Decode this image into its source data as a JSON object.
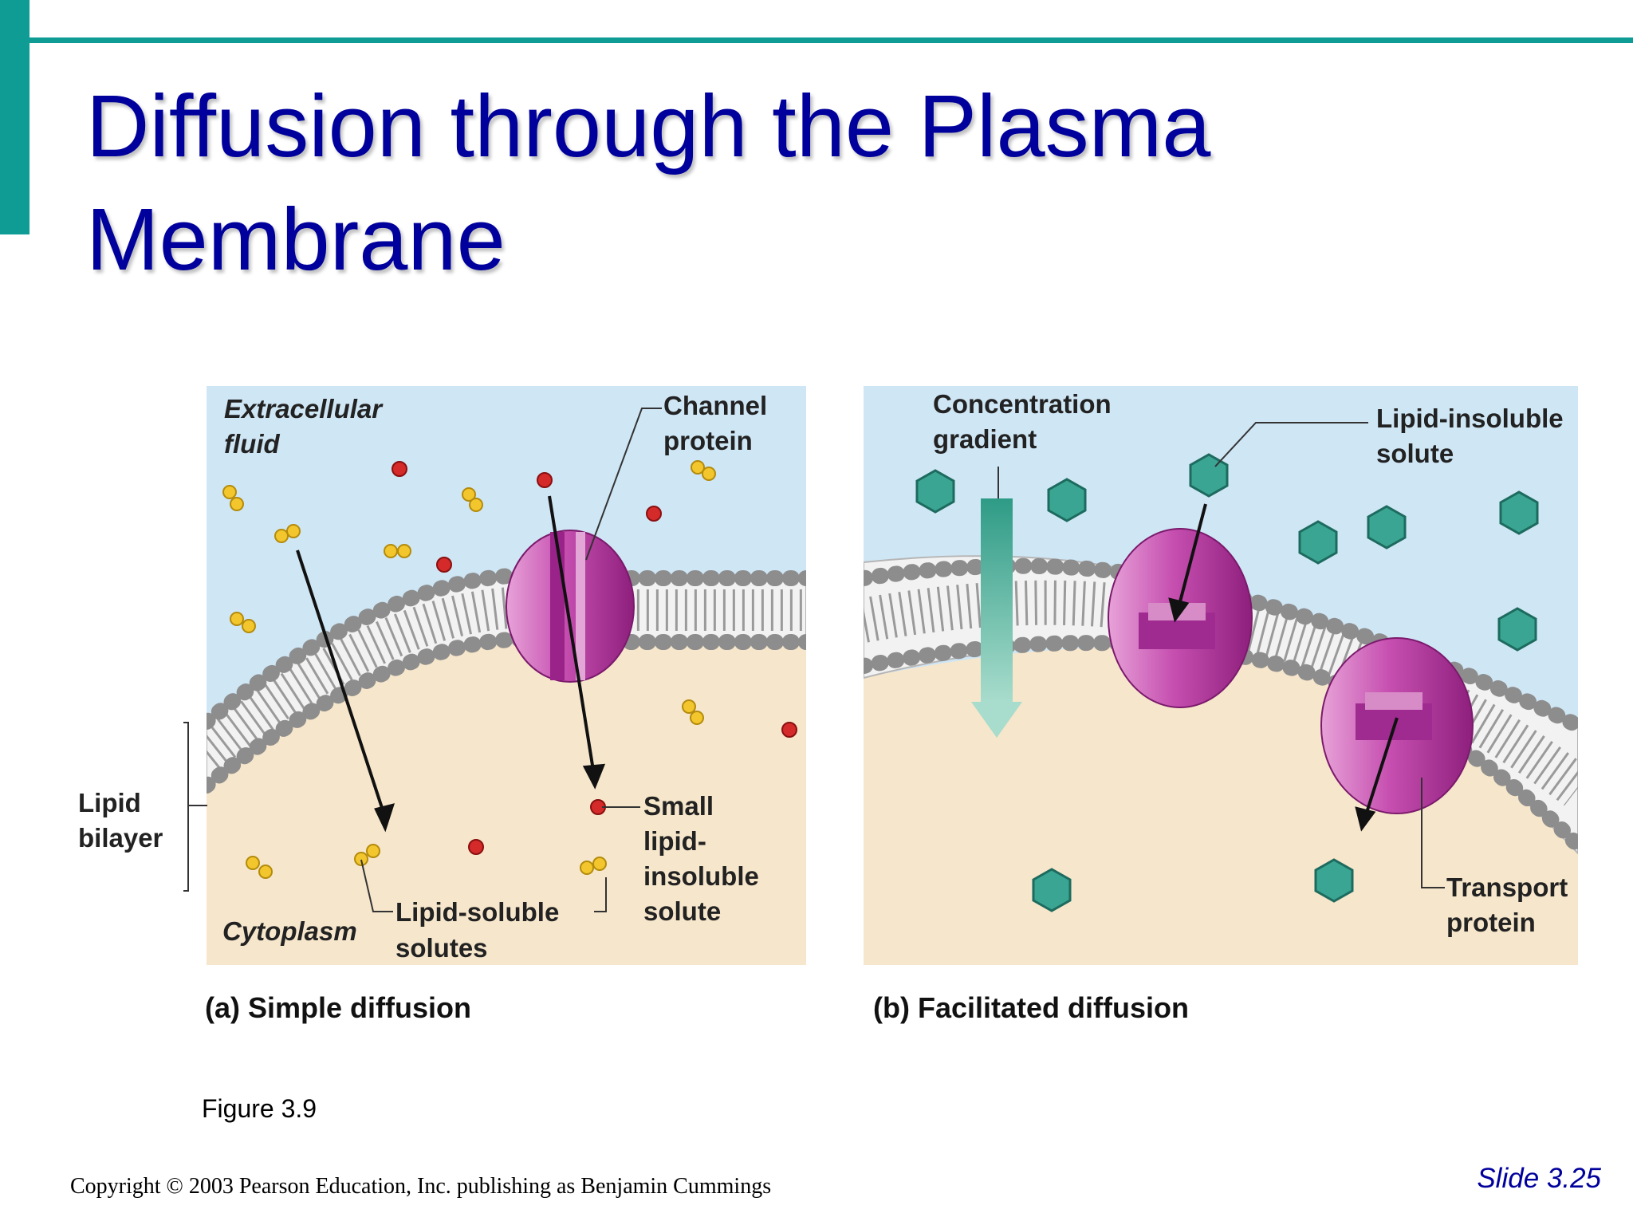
{
  "slide": {
    "title_line1": "Diffusion through the Plasma",
    "title_line2": "Membrane",
    "figure_number": "Figure 3.9",
    "copyright": "Copyright © 2003 Pearson Education, Inc. publishing as Benjamin Cummings",
    "slide_number": "Slide 3.25"
  },
  "diagram": {
    "panel_a": {
      "extracellular": "Extracellular",
      "fluid": "fluid",
      "channel": "Channel",
      "protein": "protein",
      "lipid": "Lipid",
      "bilayer": "bilayer",
      "small": "Small",
      "lipid_dash": "lipid-",
      "insoluble": "insoluble",
      "solute": "solute",
      "cytoplasm": "Cytoplasm",
      "lipid_soluble": "Lipid-soluble",
      "solutes": "solutes",
      "caption": "(a) Simple diffusion"
    },
    "panel_b": {
      "concentration": "Concentration",
      "gradient": "gradient",
      "lipid_insoluble": "Lipid-insoluble",
      "solute": "solute",
      "transport": "Transport",
      "protein": "protein",
      "caption": "(b) Facilitated diffusion"
    }
  },
  "colors": {
    "accent": "#0e9c95",
    "title": "#00009c",
    "extracellular": "#cfe6f5",
    "cytoplasm": "#f6e6cb",
    "protein": "#c64fb0",
    "lipid_soluble": "#f2c62c",
    "small_solute": "#d42a2a",
    "hexagon_solute": "#3aa593"
  }
}
